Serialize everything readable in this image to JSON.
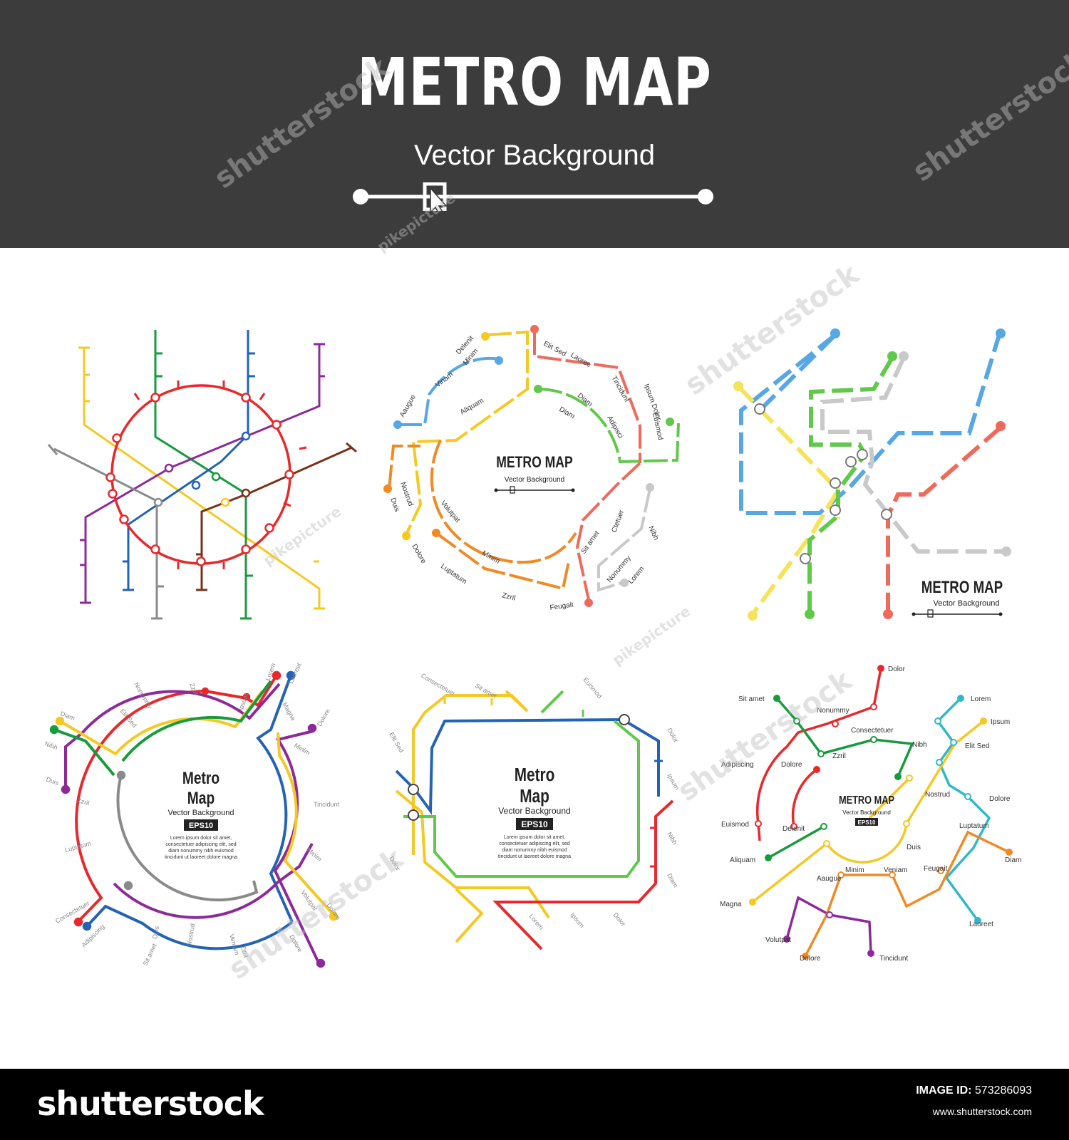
{
  "header": {
    "title": "METRO MAP",
    "subtitle": "Vector Background"
  },
  "panels": {
    "p2": {
      "title": "METRO MAP",
      "subtitle": "Vector Background",
      "stations": [
        "Elit Sed",
        "Laoree",
        "Tincidunt",
        "Ipsum Dolor",
        "Euismod",
        "Adipisci",
        "Diam",
        "Diam",
        "Minim",
        "Delenit",
        "Vinam",
        "Aliquam",
        "Aaugue",
        "Nostrud",
        "Duis",
        "Volutpat",
        "Dolore",
        "Minim",
        "Luptatum",
        "Zzril",
        "Feugait",
        "Sit amet",
        "Ctetuer",
        "Nibh",
        "Nonummy",
        "Lorem"
      ]
    },
    "p3": {
      "title": "METRO MAP",
      "subtitle": "Vector Background"
    },
    "p4": {
      "title": "Metro",
      "title2": "Map",
      "subtitle": "Vector Background",
      "badge": "EPS10",
      "body": [
        "Lorem ipsum dolor sit amet,",
        "consectetuer adipiscing elit, sed",
        "diam nonummy nibh euismod",
        "tincidunt ut laoreet dolore magna"
      ],
      "stations": [
        "Lorem",
        "Laoreet",
        "Ipsum",
        "Zzril",
        "Nonummy",
        "Elit Sed",
        "Diam",
        "Nibh",
        "Duis",
        "Zzril",
        "Luptatum",
        "Magna",
        "Dolore",
        "Minim",
        "Tincidunt",
        "Minim",
        "Volutpat",
        "Dolore",
        "Dolore",
        "Consectetuer",
        "Adipiscing",
        "Duis",
        "Sit amet",
        "Nostrud",
        "Veniam",
        "Zzril"
      ]
    },
    "p5": {
      "title": "Metro",
      "title2": "Map",
      "subtitle": "Vector Background",
      "badge": "EPS10",
      "body": [
        "Lorem ipsum dolor sit amet,",
        "consectetuer adipiscing elit, sed",
        "diam nonummy nibh euismod",
        "tincidunt ut laoreet dolore magna"
      ],
      "stations": [
        "Consectetuer",
        "Sit amet",
        "Euismod",
        "Elit Sed",
        "Dolor",
        "Ipsum",
        "Nibh",
        "Diam",
        "Dolor",
        "Ipsum",
        "Lorem",
        "Dolor"
      ]
    },
    "p6": {
      "title": "METRO MAP",
      "subtitle": "Vector Background",
      "badge": "EPS10",
      "stations": [
        "Dolor",
        "Sit amet",
        "Nonummy",
        "Lorem",
        "Ipsum",
        "Consectetuer",
        "Elit Sed",
        "Nibh",
        "Adipiscing",
        "Dolore",
        "Zzril",
        "Nostrud",
        "Dolore",
        "Euismod",
        "Delenit",
        "Luptatum",
        "Duis",
        "Diam",
        "Aliquam",
        "Feugait",
        "Aaugue",
        "Minim",
        "Veniam",
        "Magna",
        "Laoreet",
        "Volutpat",
        "Dolore",
        "Tincidunt"
      ]
    }
  },
  "watermarks": [
    "shutterstock",
    "pikepicture"
  ],
  "footer": {
    "logo": "shutterstock",
    "image_id_label": "IMAGE ID:",
    "image_id": "573286093",
    "url": "www.shutterstock.com"
  },
  "colors": {
    "header_bg": "#3c3c3c",
    "red": "#e8282b",
    "green": "#179b3d",
    "blue": "#2463b4",
    "purple": "#8d2a9a",
    "yellow": "#f5c823",
    "gray": "#8a8a8a",
    "brown": "#7a3118",
    "orange": "#f08a25",
    "lightblue": "#56a7e3",
    "lightgreen": "#61c94a",
    "coral": "#ef6a5a",
    "teal": "#30b8c9"
  }
}
